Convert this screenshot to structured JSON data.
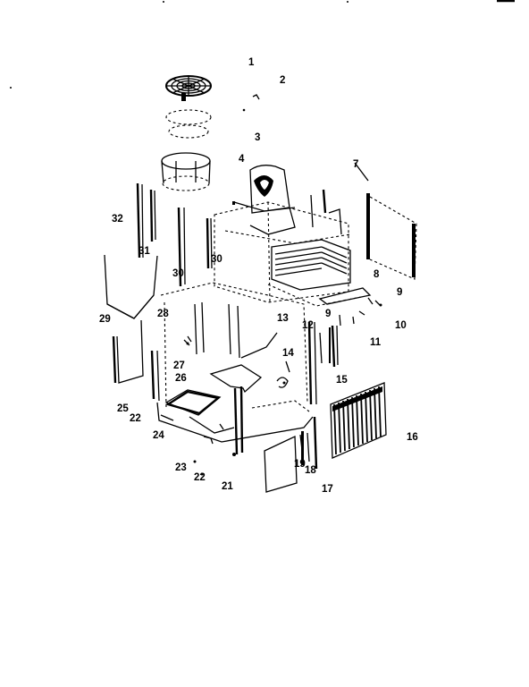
{
  "diagram": {
    "callouts": [
      "1",
      "2",
      "3",
      "4",
      "7",
      "32",
      "31",
      "30",
      "30",
      "29",
      "28",
      "8",
      "9",
      "9",
      "10",
      "13",
      "12",
      "11",
      "14",
      "27",
      "26",
      "15",
      "25",
      "22",
      "24",
      "16",
      "19",
      "18",
      "17",
      "23",
      "22",
      "21"
    ]
  }
}
